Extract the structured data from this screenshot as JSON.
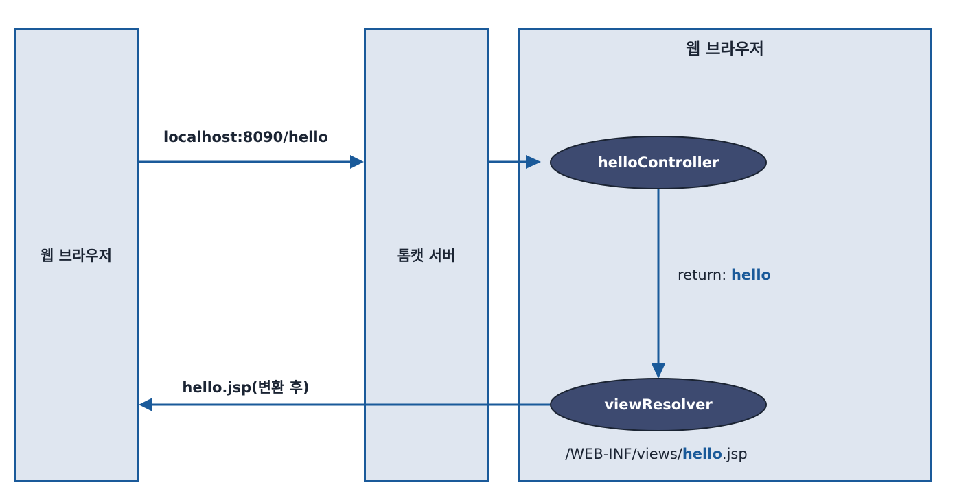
{
  "boxes": {
    "browser_left": "웹 브라우저",
    "tomcat": "톰캣 서버",
    "container_right": "웹 브라우저"
  },
  "nodes": {
    "controller": "helloController",
    "resolver": "viewResolver"
  },
  "edges": {
    "request": "localhost:8090/hello",
    "response": "hello.jsp(변환 후)",
    "return_prefix": "return: ",
    "return_value": "hello"
  },
  "view_path": {
    "prefix": "/WEB-INF/views/",
    "name": "hello",
    "suffix": ".jsp"
  },
  "colors": {
    "box_fill": "#dfe6f0",
    "box_border": "#1a5a9a",
    "node_fill": "#3d4a70",
    "arrow": "#1a5a9a",
    "text": "#1b2433",
    "highlight": "#1a5a9a"
  }
}
